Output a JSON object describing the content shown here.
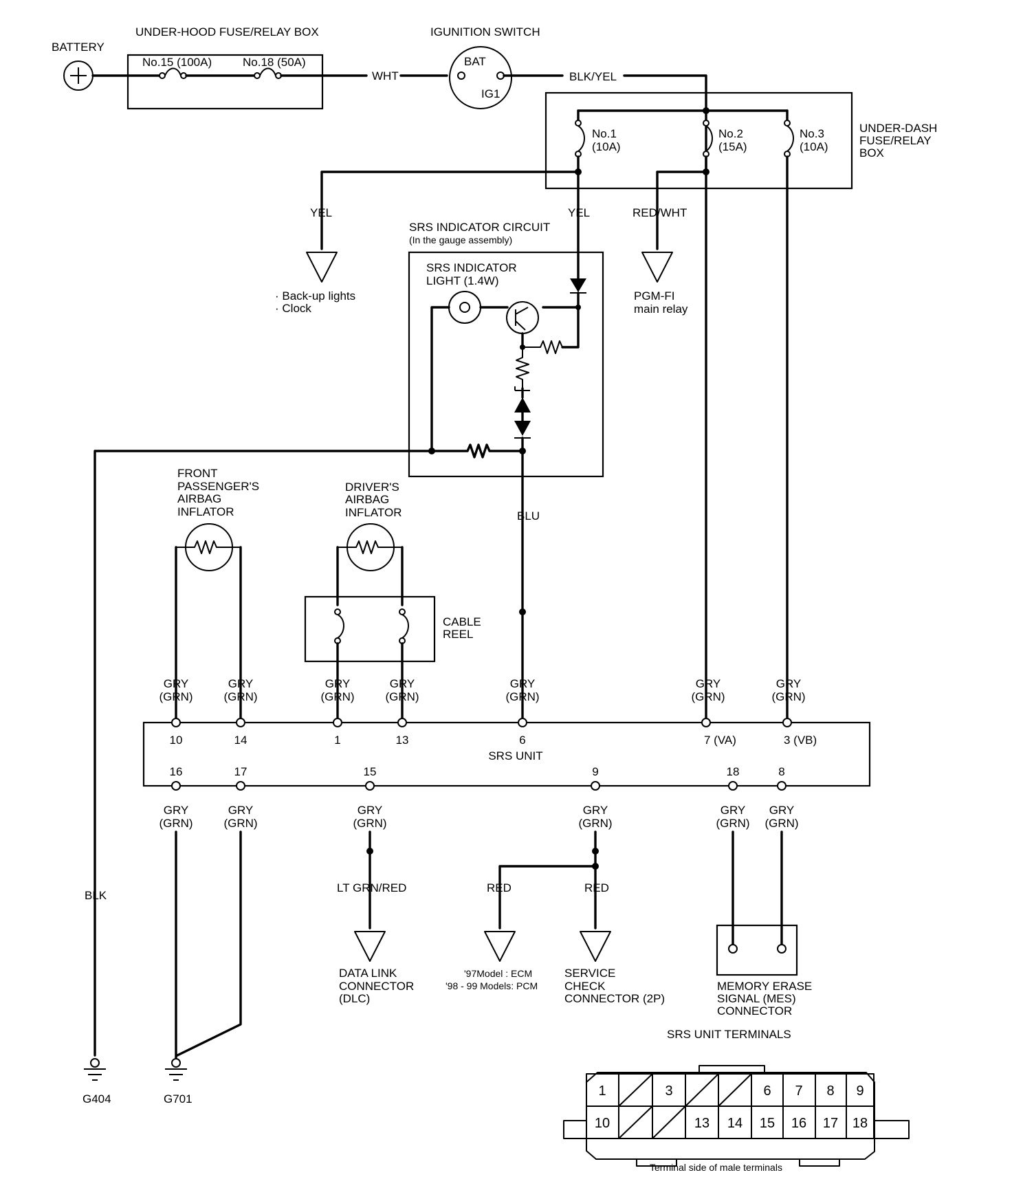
{
  "labels": {
    "battery": "BATTERY",
    "underhood_box": "UNDER-HOOD FUSE/RELAY BOX",
    "fuse15": "No.15 (100A)",
    "fuse18": "No.18 (50A)",
    "wht": "WHT",
    "ignition_switch": "IGUNITION SWITCH",
    "bat": "BAT",
    "ig1": "IG1",
    "blk_yel": "BLK/YEL",
    "underdash_box": [
      "UNDER-DASH",
      "FUSE/RELAY",
      "BOX"
    ],
    "dash_fuses": [
      {
        "no": "No.1",
        "amp": "(10A)"
      },
      {
        "no": "No.2",
        "amp": "(15A)"
      },
      {
        "no": "No.3",
        "amp": "(10A)"
      }
    ],
    "yel_left": "YEL",
    "backup_lights": "· Back-up lights",
    "clock": "· Clock",
    "srs_circuit": "SRS INDICATOR CIRCUIT",
    "srs_circuit_sub": "(In the gauge assembly)",
    "srs_light": [
      "SRS INDICATOR",
      "LIGHT (1.4W)"
    ],
    "yel_mid": "YEL",
    "red_wht": "RED/WHT",
    "pgm_fi": [
      "PGM-FI",
      "main relay"
    ],
    "blu": "BLU",
    "front_pass": [
      "FRONT",
      "PASSENGER'S",
      "AIRBAG",
      "INFLATOR"
    ],
    "driver": [
      "DRIVER'S",
      "AIRBAG",
      "INFLATOR"
    ],
    "cable_reel": [
      "CABLE",
      "REEL"
    ],
    "wire_gry": "GRY",
    "wire_grn": "(GRN)",
    "srs_unit": "SRS UNIT",
    "top_pins": [
      "10",
      "14",
      "1",
      "13",
      "6",
      "7 (VA)",
      "3 (VB)"
    ],
    "bottom_pins": [
      "16",
      "17",
      "15",
      "9",
      "18",
      "8"
    ],
    "blk": "BLK",
    "lt_grn_red": "LT GRN/RED",
    "red_a": "RED",
    "red_b": "RED",
    "dlc": [
      "DATA LINK",
      "CONNECTOR",
      "(DLC)"
    ],
    "ecm": [
      "'97Model : ECM",
      "'98 - 99 Models: PCM"
    ],
    "service_check": [
      "SERVICE",
      "CHECK",
      "CONNECTOR (2P)"
    ],
    "mes": [
      "MEMORY ERASE",
      "SIGNAL (MES)",
      "CONNECTOR"
    ],
    "g404": "G404",
    "g701": "G701",
    "srs_terminals": "SRS UNIT TERMINALS",
    "terminal_side": "Terminal side of male terminals"
  },
  "connector": {
    "top_row": [
      "1",
      "",
      "3",
      "",
      "",
      "6",
      "7",
      "8",
      "9"
    ],
    "bottom_row": [
      "10",
      "",
      "",
      "13",
      "14",
      "15",
      "16",
      "17",
      "18"
    ]
  }
}
